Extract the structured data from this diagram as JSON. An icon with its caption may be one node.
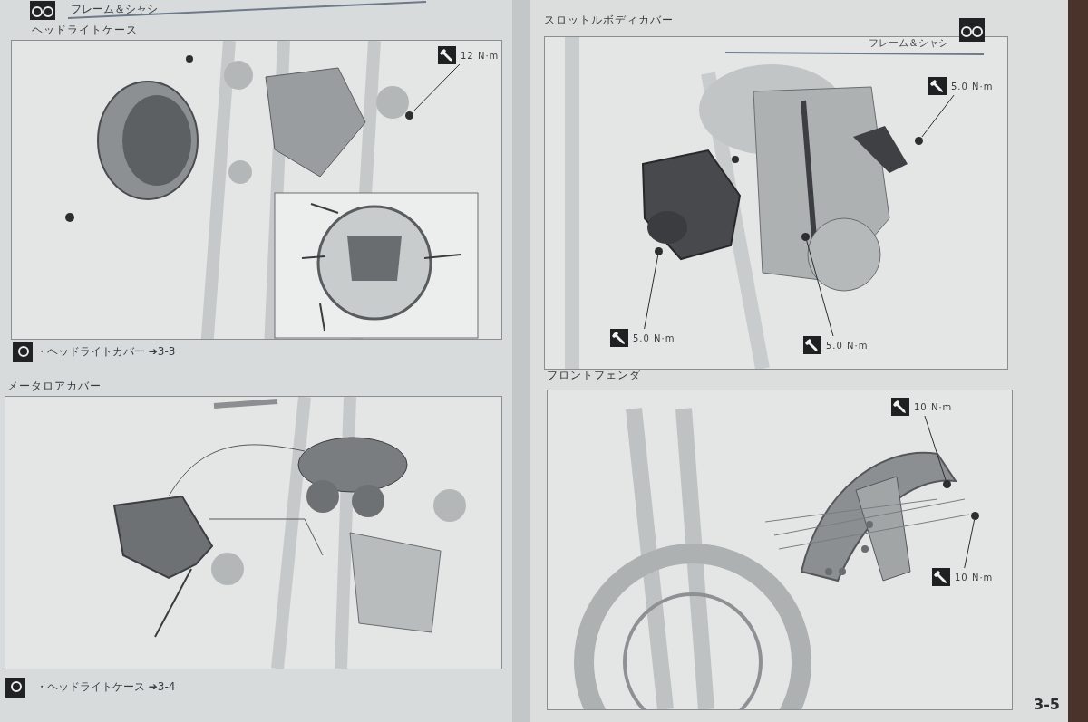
{
  "diagram": {
    "nodes": [
      {
        "text": [
          "ヘッドライトケース"
        ]
      },
      {
        "text": [
          "12 N·m"
        ],
        "in": 0
      },
      {
        "text": [],
        "shape": "circle",
        "in": 0
      },
      {
        "text": [
          "メータロアカバー"
        ]
      },
      {
        "text": [
          "スロットルボディカバー"
        ]
      },
      {
        "text": [
          "5.0 N·m"
        ],
        "in": 4
      },
      {
        "text": [],
        "shape": "circle",
        "in": 4
      },
      {
        "text": [
          "5.0 N·m"
        ],
        "in": 4
      },
      {
        "text": [],
        "shape": "circle",
        "in": 4
      },
      {
        "text": [
          "5.0 N·m"
        ],
        "in": 4
      },
      {
        "text": [],
        "shape": "circle",
        "in": 4
      },
      {
        "text": [
          "フロントフェンダ"
        ]
      },
      {
        "text": [
          "10 N·m"
        ],
        "in": 11
      },
      {
        "text": [],
        "shape": "circle",
        "in": 11
      },
      {
        "text": [
          "10 N·m"
        ],
        "in": 11
      },
      {
        "text": [],
        "shape": "circle",
        "in": 11
      }
    ],
    "edges": [
      {
        "from": 1,
        "to": 2,
        "arrow": "none"
      },
      {
        "from": 5,
        "to": 6,
        "arrow": "none"
      },
      {
        "from": 7,
        "to": 8,
        "arrow": "none"
      },
      {
        "from": 9,
        "to": 10,
        "arrow": "none"
      },
      {
        "from": 12,
        "to": 13,
        "arrow": "none"
      },
      {
        "from": 14,
        "to": 15,
        "arrow": "none"
      }
    ],
    "labels": [
      "フレーム＆シャシ",
      "フレーム＆シャシ",
      "・ヘッドライトカバー ➔3-3",
      "・ヘッドライトケース ➔3-4",
      "3-5"
    ]
  }
}
